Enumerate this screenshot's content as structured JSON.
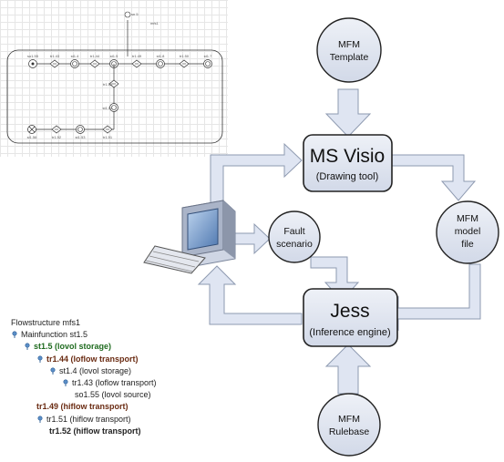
{
  "thumbnail": {
    "top_label": "mfs1",
    "top_node": "sn 5",
    "nodes_top": [
      "so1.55",
      "tr1.43",
      "st1.4",
      "tr1.44",
      "st1.5",
      "tr1.49",
      "st1.8",
      "tr1.50",
      "st1.7"
    ],
    "nodes_mid": [
      "tr1.53",
      "st1.54"
    ],
    "nodes_bottom": [
      "si1.56",
      "tr1.52",
      "st1.53",
      "tr1.51"
    ]
  },
  "diagram": {
    "mfm_template": [
      "MFM",
      "Template"
    ],
    "ms_visio": {
      "title": "MS Visio",
      "subtitle": "(Drawing tool)"
    },
    "fault_scenario": [
      "Fault",
      "scenario"
    ],
    "mfm_model_file": [
      "MFM",
      "model",
      "file"
    ],
    "jess": {
      "title": "Jess",
      "subtitle": "(Inference engine)"
    },
    "mfm_rulebase": [
      "MFM",
      "Rulebase"
    ],
    "colors": {
      "node_fill": "#dde3ef",
      "node_stroke": "#222222",
      "arrow_fill": "#dfe5f2",
      "arrow_stroke": "#8e9ab0"
    }
  },
  "tree": {
    "items": [
      {
        "text": "Flowstructure mfs1",
        "level": 0,
        "pin": false,
        "bold": false,
        "color": "#222222"
      },
      {
        "text": "Mainfunction st1.5",
        "level": 0,
        "pin": true,
        "bold": false,
        "color": "#222222"
      },
      {
        "text": "st1.5 (lovol storage)",
        "level": 1,
        "pin": true,
        "bold": true,
        "color": "#1f6b1f"
      },
      {
        "text": "tr1.44 (loflow transport)",
        "level": 2,
        "pin": true,
        "bold": true,
        "color": "#6a2b12"
      },
      {
        "text": "st1.4 (lovol storage)",
        "level": 3,
        "pin": true,
        "bold": false,
        "color": "#222222"
      },
      {
        "text": "tr1.43 (loflow transport)",
        "level": 4,
        "pin": true,
        "bold": false,
        "color": "#222222"
      },
      {
        "text": "so1.55 (lovol source)",
        "level": 5,
        "pin": false,
        "bold": false,
        "color": "#222222"
      },
      {
        "text": "tr1.49 (hiflow transport)",
        "level": 2,
        "pin": false,
        "bold": true,
        "color": "#6a2b12"
      },
      {
        "text": "tr1.51 (hiflow transport)",
        "level": 2,
        "pin": true,
        "bold": false,
        "color": "#222222"
      },
      {
        "text": "tr1.52 (hiflow transport)",
        "level": 3,
        "pin": false,
        "bold": true,
        "color": "#222222"
      }
    ]
  }
}
